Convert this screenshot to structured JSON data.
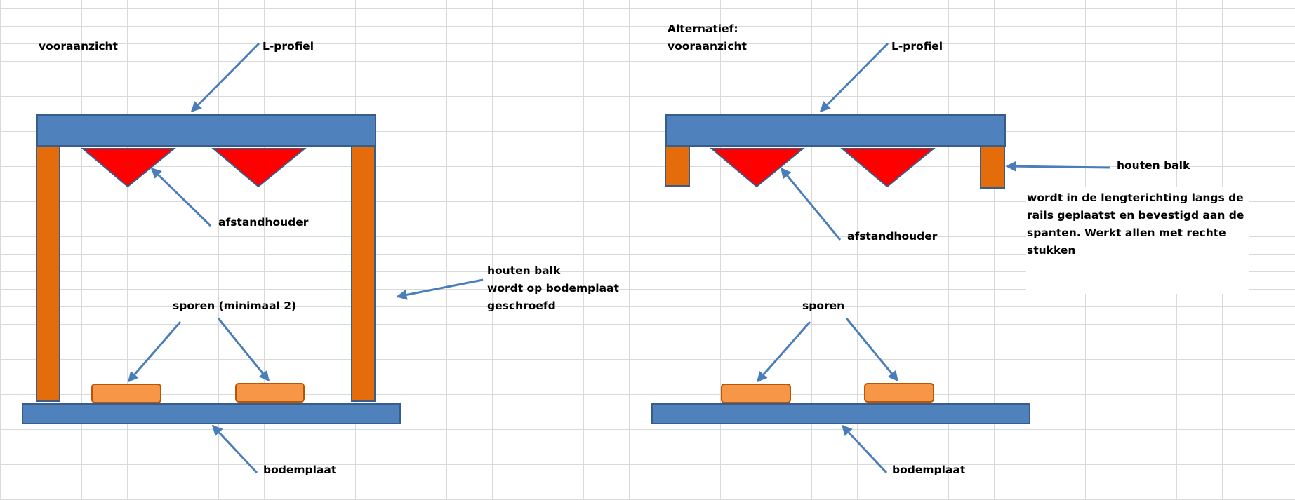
{
  "colors": {
    "grid": "#d9d9d9",
    "plate": "#4f81bd",
    "plate_border": "#385d8a",
    "wood": "#e46c0a",
    "spacer": "#ff0000",
    "rail": "#f79646",
    "rail_border": "#b65708",
    "arrow": "#4a7ebb"
  },
  "left_diagram": {
    "view_label": "vooraanzicht",
    "l_profile_label": "L-profiel",
    "spacer_label": "afstandhouder",
    "beam_label_lines": [
      "houten balk",
      "wordt op bodemplaat",
      "geschroefd"
    ],
    "rails_label": "sporen (minimaal 2)",
    "base_plate_label": "bodemplaat"
  },
  "right_diagram": {
    "view_label_lines": [
      "Alternatief:",
      "vooraanzicht"
    ],
    "l_profile_label": "L-profiel",
    "beam_label": "houten balk",
    "beam_note_lines": [
      "wordt in de lengterichting  langs de",
      "rails geplaatst en bevestigd aan de",
      "spanten. Werkt allen met rechte",
      "stukken"
    ],
    "spacer_label": "afstandhouder",
    "rails_label": "sporen",
    "base_plate_label": "bodemplaat"
  }
}
